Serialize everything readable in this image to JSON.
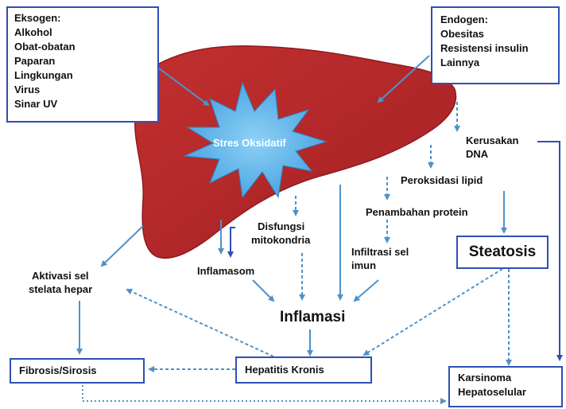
{
  "liver": {
    "center_label": "Stres Oksidatif",
    "color": "#b3282d"
  },
  "boxes": {
    "eksogen": [
      "Eksogen:",
      "Alkohol",
      "Obat-obatan",
      "Paparan",
      "Lingkungan",
      "Virus",
      "Sinar UV"
    ],
    "endogen": [
      "Endogen:",
      "Obesitas",
      "Resistensi insulin",
      "Lainnya"
    ],
    "steatosis": "Steatosis",
    "fibrosis": "Fibrosis/Sirosis",
    "hepatitis": "Hepatitis Kronis",
    "karsinoma": [
      "Karsinoma",
      "Hepatoselular"
    ]
  },
  "labels": {
    "kerusakan": [
      "Kerusakan",
      "DNA"
    ],
    "peroksidasi": "Peroksidasi lipid",
    "penambahan": "Penambahan protein",
    "disfungsi": [
      "Disfungsi",
      "mitokondria"
    ],
    "infiltrasi": [
      "Infiltrasi sel",
      "imun"
    ],
    "inflamasom": "Inflamasom",
    "aktivasi": [
      "Aktivasi sel",
      "stelata hepar"
    ],
    "inflamasi": "Inflamasi"
  },
  "colors": {
    "arrow": "#4f92c9",
    "box_border": "#2f4fb5",
    "star": "#5ab0e6"
  }
}
